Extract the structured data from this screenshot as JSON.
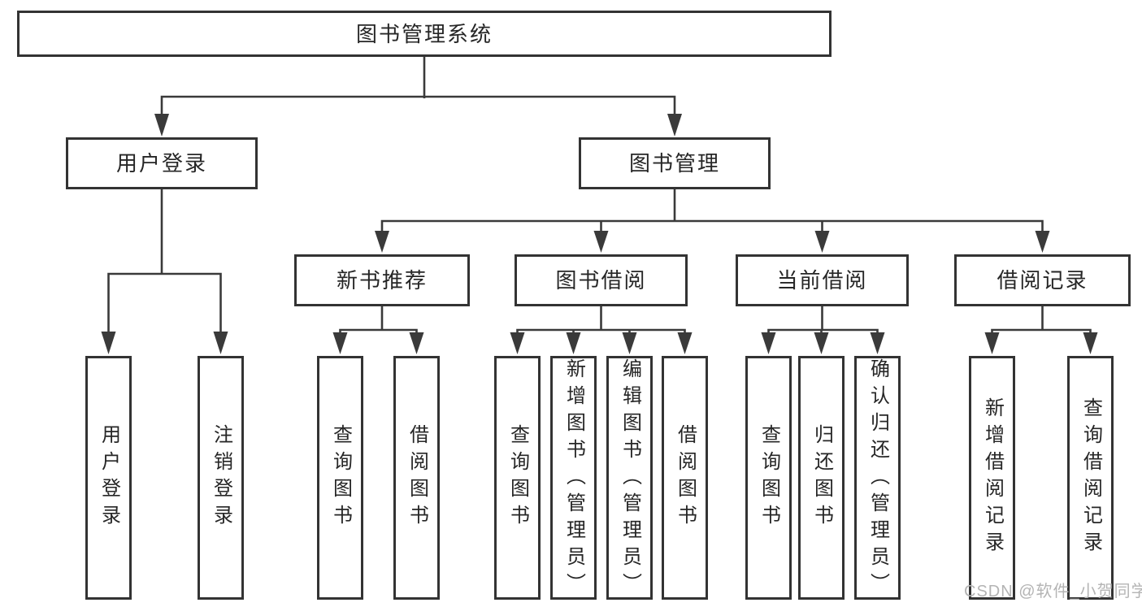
{
  "page": {
    "background": "#ffffff"
  },
  "colors": {
    "line": "#3a3a3a",
    "border": "#333333",
    "text": "#262626",
    "watermark": "#b4b4b4",
    "box_fill": "#ffffff"
  },
  "tree": {
    "root": "图书管理系统",
    "level1": [
      {
        "label": "用户登录",
        "children": [
          "用户登录",
          "注销登录"
        ]
      },
      {
        "label": "图书管理"
      }
    ],
    "level2": [
      {
        "parent": "图书管理",
        "label": "新书推荐",
        "children": [
          "查询图书",
          "借阅图书"
        ]
      },
      {
        "parent": "图书管理",
        "label": "图书借阅",
        "children": [
          "查询图书",
          "新增图书（管理员）",
          "编辑图书（管理员）",
          "借阅图书"
        ]
      },
      {
        "parent": "图书管理",
        "label": "当前借阅",
        "children": [
          "查询图书",
          "归还图书",
          "确认归还（管理员）"
        ]
      },
      {
        "parent": "图书管理",
        "label": "借阅记录",
        "children": [
          "新增借阅记录",
          "查询借阅记录"
        ]
      }
    ]
  },
  "watermark": {
    "text": "CSDN @软件_小贺同学"
  }
}
